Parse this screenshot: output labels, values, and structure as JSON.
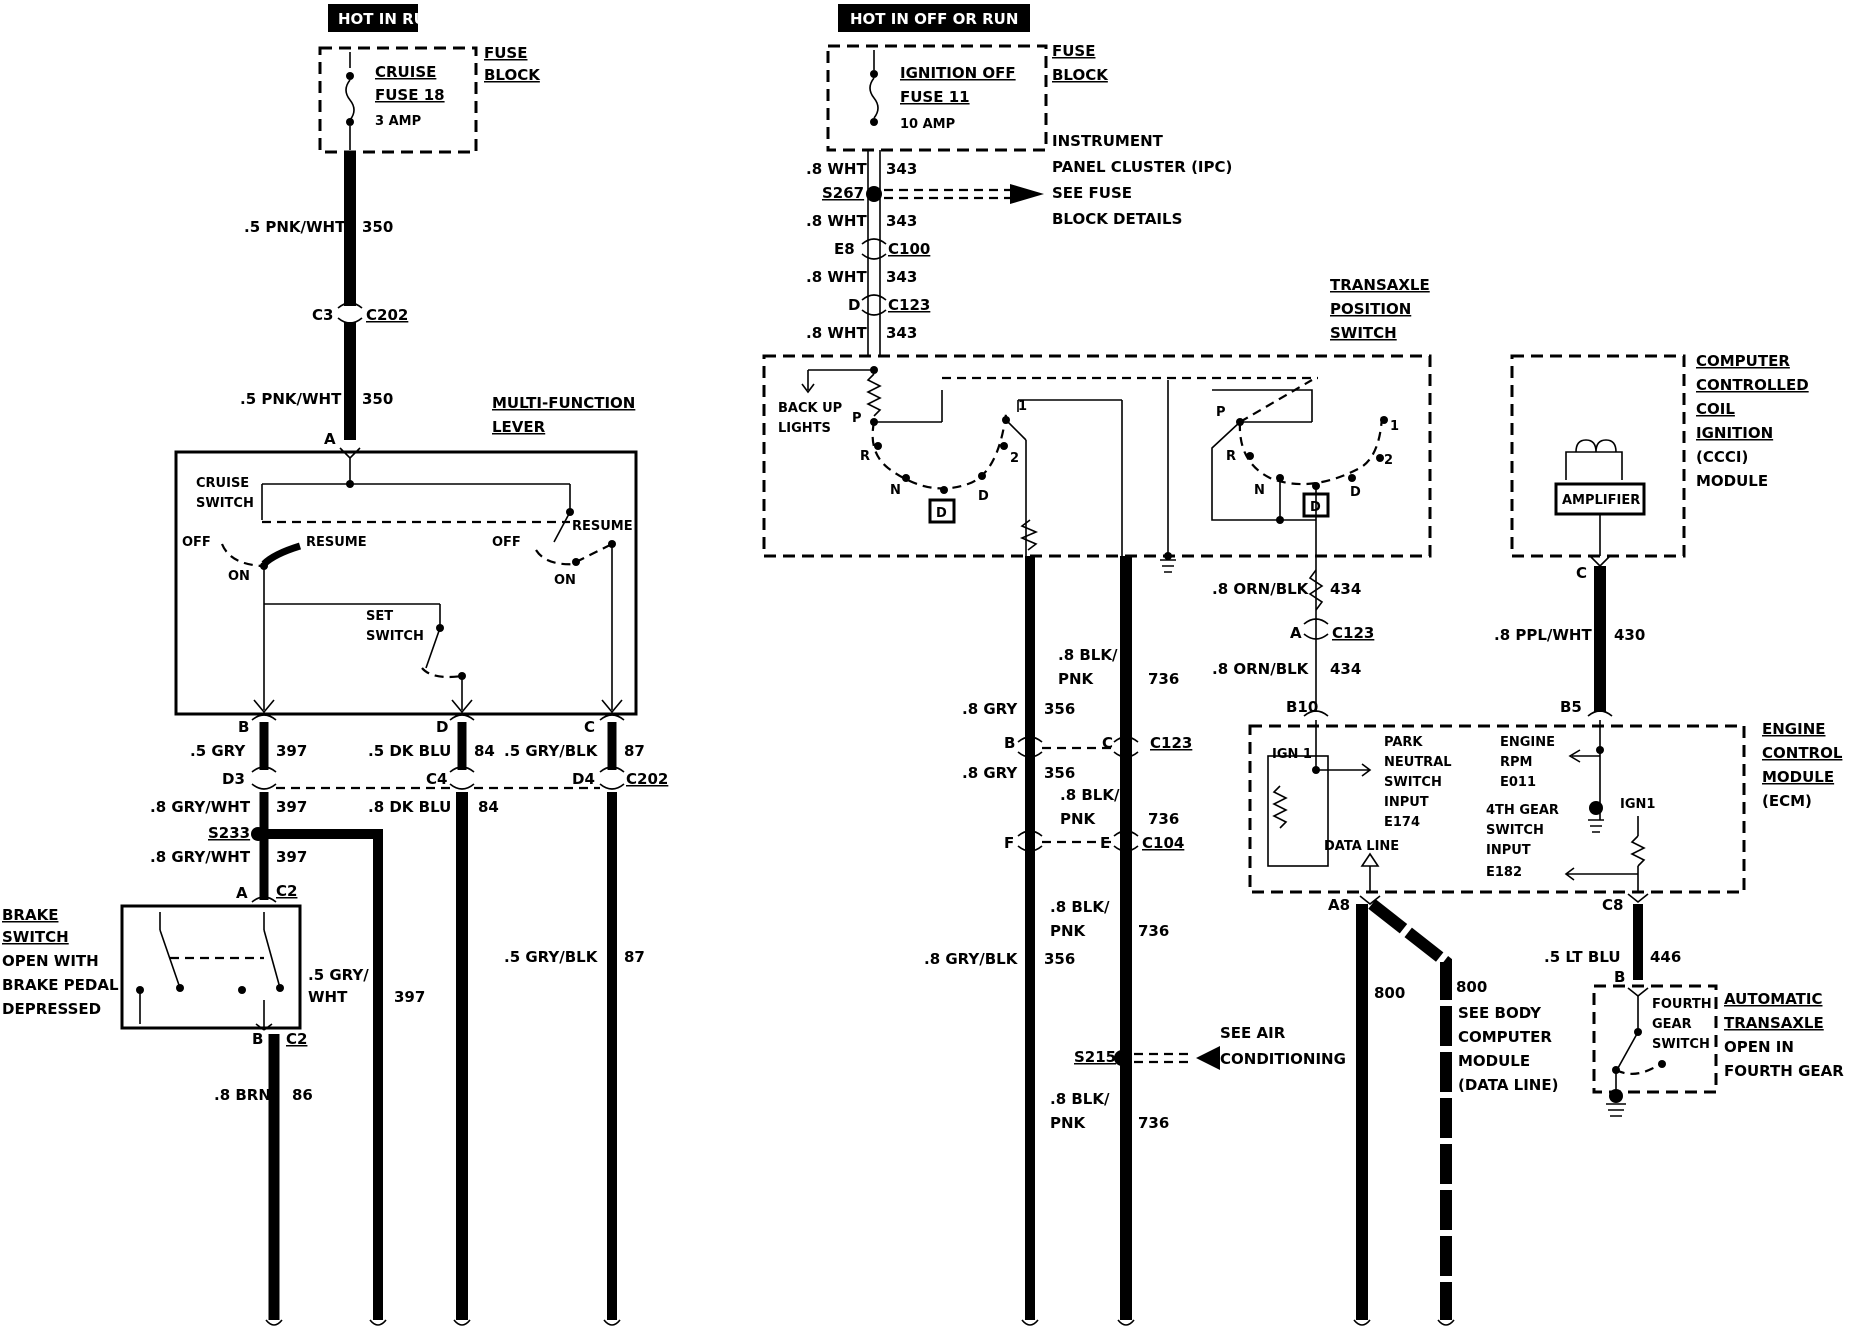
{
  "left": {
    "hot_label": "HOT IN RUN",
    "fuse_name": "CRUISE",
    "fuse_num": "FUSE 18",
    "fuse_amp": "3 AMP",
    "fuse_block_1": "FUSE",
    "fuse_block_2": "BLOCK",
    "w350a_gauge": ".5 PNK/WHT",
    "w350a_num": "350",
    "c3": "C3",
    "c202a": "C202",
    "w350b_gauge": ".5 PNK/WHT",
    "w350b_num": "350",
    "pin_a": "A",
    "mfl_1": "MULTI-FUNCTION",
    "mfl_2": "LEVER",
    "cruise_1": "CRUISE",
    "cruise_2": "SWITCH",
    "off1": "OFF",
    "resume1": "RESUME",
    "on1": "ON",
    "off2": "OFF",
    "resume2": "RESUME",
    "on2": "ON",
    "set_1": "SET",
    "set_2": "SWITCH",
    "pin_b": "B",
    "pin_d": "D",
    "pin_c": "C",
    "w397_gauge": ".5 GRY",
    "w397_num": "397",
    "w84_gauge": ".5 DK BLU",
    "w84_num": "84",
    "w87_gauge": ".5 GRY/BLK",
    "w87_num": "87",
    "d3": "D3",
    "c4": "C4",
    "d4": "D4",
    "c202b": "C202",
    "w397b_gauge": ".8 GRY/WHT",
    "w397b_num": "397",
    "w84b_gauge": ".8 DK BLU",
    "w84b_num": "84",
    "s233": "S233",
    "w397c_gauge": ".8 GRY/WHT",
    "w397c_num": "397",
    "pin_a2": "A",
    "c2a": "C2",
    "brake_1": "BRAKE",
    "brake_2": "SWITCH",
    "brake_3": "OPEN WITH",
    "brake_4": "BRAKE PEDAL",
    "brake_5": "DEPRESSED",
    "w397d_gauge_1": ".5 GRY/",
    "w397d_gauge_2": "WHT",
    "w397d_num": "397",
    "w87b_gauge": ".5 GRY/BLK",
    "w87b_num": "87",
    "pin_b2": "B",
    "c2b": "C2",
    "w86_gauge": ".8 BRN",
    "w86_num": "86"
  },
  "center": {
    "hot_label": "HOT IN OFF OR RUN",
    "fuse_name": "IGNITION OFF",
    "fuse_num": "FUSE 11",
    "fuse_amp": "10 AMP",
    "fuse_block_1": "FUSE",
    "fuse_block_2": "BLOCK",
    "ipc_1": "INSTRUMENT",
    "ipc_2": "PANEL CLUSTER (IPC)",
    "w343a_gauge": ".8 WHT",
    "w343a_num": "343",
    "s267": "S267",
    "see_fuse_1": "SEE FUSE",
    "see_fuse_2": "BLOCK DETAILS",
    "w343b_gauge": ".8 WHT",
    "w343b_num": "343",
    "e8": "E8",
    "c100": "C100",
    "w343c_gauge": ".8 WHT",
    "w343c_num": "343",
    "pin_d": "D",
    "c123a": "C123",
    "w343d_gauge": ".8 WHT",
    "w343d_num": "343",
    "tps_1": "TRANSAXLE",
    "tps_2": "POSITION",
    "tps_3": "SWITCH",
    "backup_1": "BACK UP",
    "backup_2": "LIGHTS",
    "p1": "P",
    "r1": "R",
    "n1": "N",
    "d1": "D",
    "one1": "1",
    "two1": "2",
    "dbox1": "D",
    "p2": "P",
    "r2": "R",
    "n2": "N",
    "d2": "D",
    "one2": "1",
    "two2": "2",
    "dbox2": "D",
    "w434a_gauge": ".8 ORN/BLK",
    "w434a_num": "434",
    "pin_a": "A",
    "c123b": "C123",
    "w434b_gauge": ".8 ORN/BLK",
    "w434b_num": "434",
    "w736a_gauge_1": ".8 BLK/",
    "w736a_gauge_2": "PNK",
    "w736a_num": "736",
    "w356a_gauge": ".8 GRY",
    "w356a_num": "356",
    "pin_b": "B",
    "pin_c": "C",
    "c123c": "C123",
    "w356b_gauge": ".8 GRY",
    "w356b_num": "356",
    "w736b_gauge_1": ".8 BLK/",
    "w736b_gauge_2": "PNK",
    "w736b_num": "736",
    "pin_f": "F",
    "pin_e": "E",
    "c104": "C104",
    "w736c_gauge_1": ".8 BLK/",
    "w736c_gauge_2": "PNK",
    "w736c_num": "736",
    "w356c_gauge": ".8 GRY/BLK",
    "w356c_num": "356",
    "s215": "S215",
    "see_ac_1": "SEE AIR",
    "see_ac_2": "CONDITIONING",
    "w736d_gauge_1": ".8 BLK/",
    "w736d_gauge_2": "PNK",
    "w736d_num": "736"
  },
  "right": {
    "b10": "B10",
    "ign1a": "IGN 1",
    "pn_1": "PARK",
    "pn_2": "NEUTRAL",
    "pn_3": "SWITCH",
    "pn_4": "INPUT",
    "pn_5": "E174",
    "data_line": "DATA LINE",
    "rpm_1": "ENGINE",
    "rpm_2": "RPM",
    "rpm_3": "E011",
    "g4_1": "4TH GEAR",
    "g4_2": "SWITCH",
    "g4_3": "INPUT",
    "g4_4": "E182",
    "ign1b": "IGN1",
    "ecm_1": "ENGINE",
    "ecm_2": "CONTROL",
    "ecm_3": "MODULE",
    "ecm_4": "(ECM)",
    "ccci_1": "COMPUTER",
    "ccci_2": "CONTROLLED",
    "ccci_3": "COIL",
    "ccci_4": "IGNITION",
    "ccci_5": "(CCCI)",
    "ccci_6": "MODULE",
    "amplifier": "AMPLIFIER",
    "pin_c": "C",
    "w430_gauge": ".8 PPL/WHT",
    "w430_num": "430",
    "b5": "B5",
    "a8": "A8",
    "c8": "C8",
    "w800a": "800",
    "w800b": "800",
    "bcm_1": "SEE BODY",
    "bcm_2": "COMPUTER",
    "bcm_3": "MODULE",
    "bcm_4": "(DATA LINE)",
    "w446_gauge": ".5 LT BLU",
    "w446_num": "446",
    "pin_b": "B",
    "fg_1": "FOURTH",
    "fg_2": "GEAR",
    "fg_3": "SWITCH",
    "at_1": "AUTOMATIC",
    "at_2": "TRANSAXLE",
    "at_3": "OPEN IN",
    "at_4": "FOURTH GEAR"
  }
}
